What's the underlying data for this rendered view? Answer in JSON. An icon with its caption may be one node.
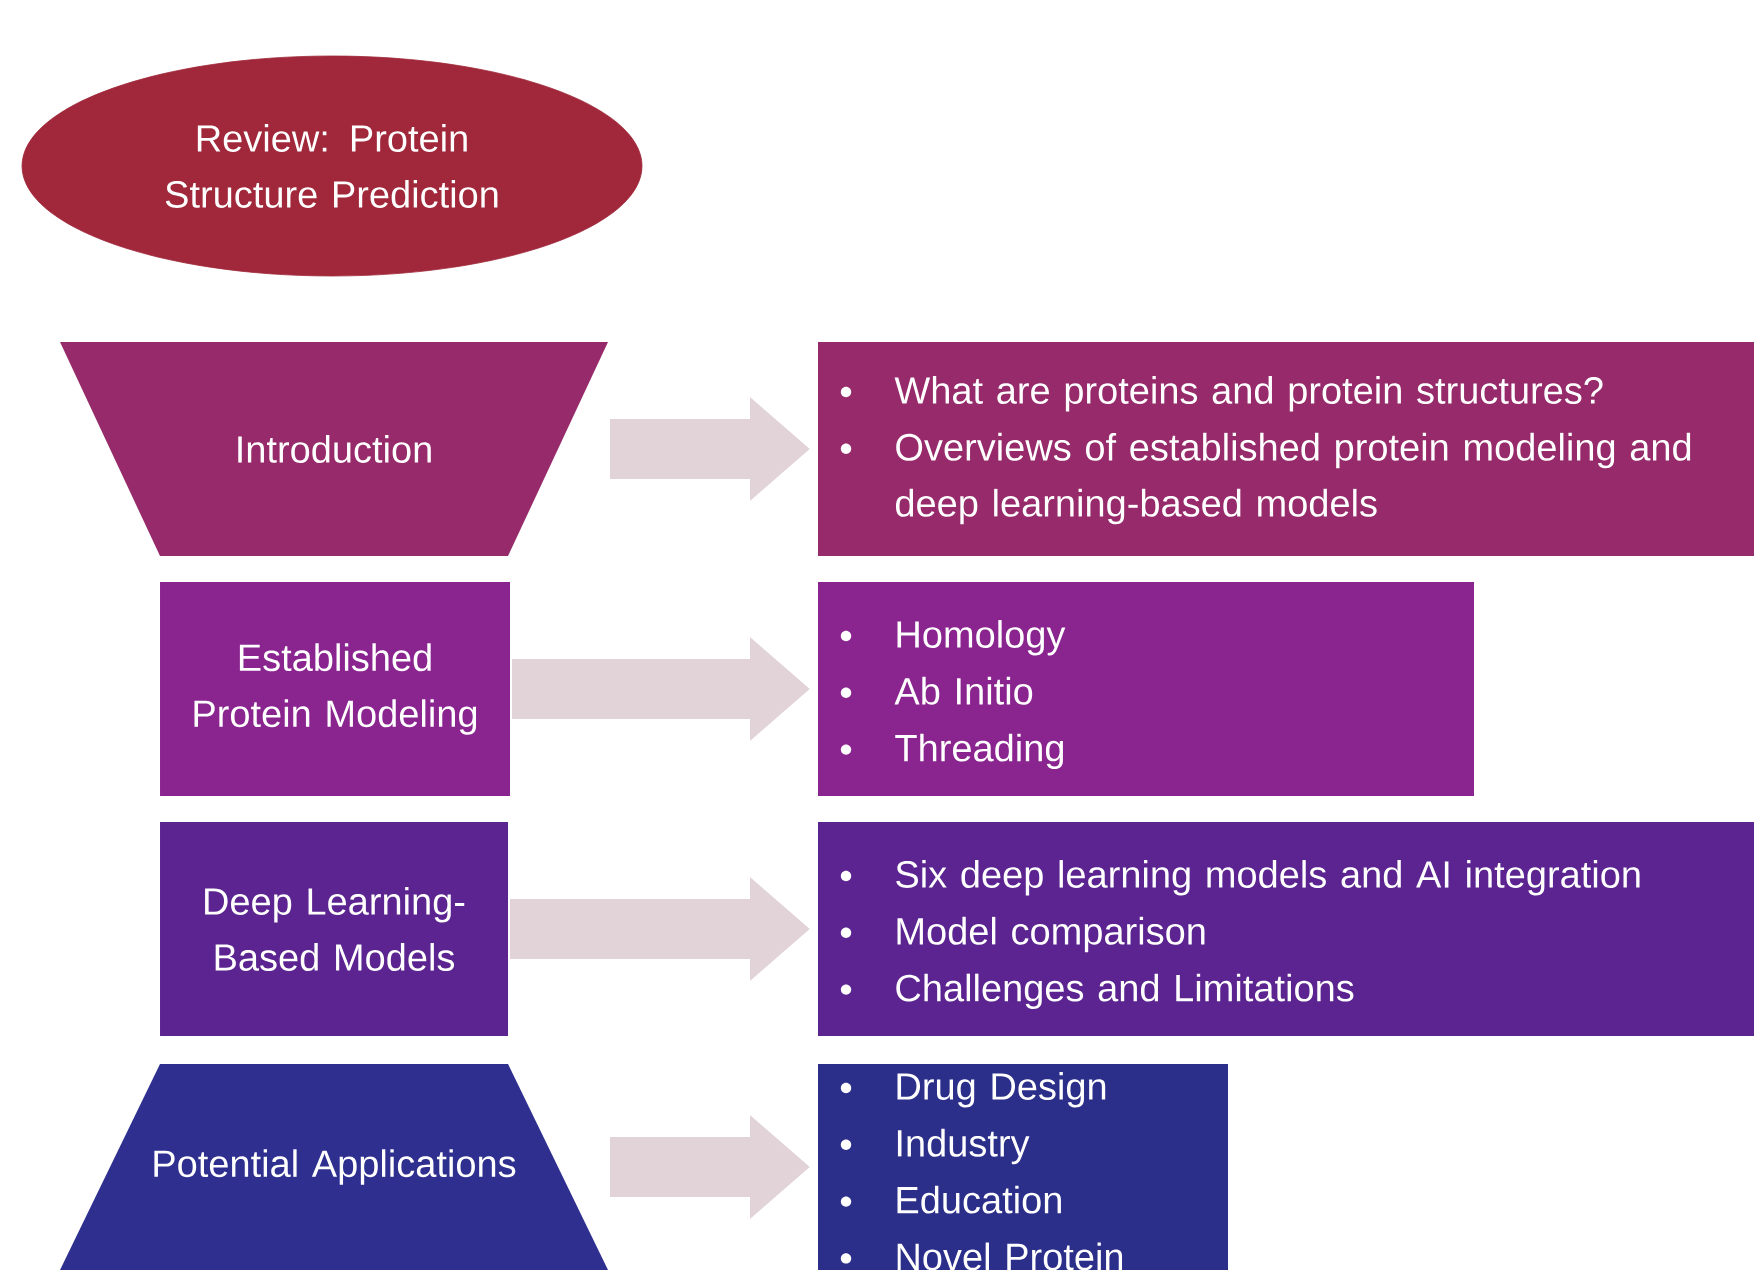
{
  "diagram": {
    "nodes": [
      {
        "text": [
          "Review: Protein Structure Prediction"
        ]
      },
      {
        "text": [
          "Introduction"
        ]
      },
      {
        "text": [
          "Established Protein Modeling"
        ]
      },
      {
        "text": [
          "Deep Learning-Based Models"
        ]
      },
      {
        "text": [
          "Potential Applications"
        ]
      },
      {
        "text": [
          "What are proteins and protein structures?",
          "Overviews of established protein modeling and deep learning-based models"
        ]
      },
      {
        "text": [
          "Homology",
          "Ab Initio",
          "Threading"
        ]
      },
      {
        "text": [
          "Six deep learning models and AI integration",
          "Model comparison",
          "Challenges and Limitations"
        ]
      },
      {
        "text": [
          "Drug Design",
          "Industry",
          "Education",
          "Novel Protein"
        ]
      }
    ],
    "edges": [
      {
        "from": 1,
        "to": 5,
        "arrow": "to"
      },
      {
        "from": 2,
        "to": 6,
        "arrow": "to"
      },
      {
        "from": 3,
        "to": 7,
        "arrow": "to"
      },
      {
        "from": 4,
        "to": 8,
        "arrow": "to"
      }
    ]
  }
}
